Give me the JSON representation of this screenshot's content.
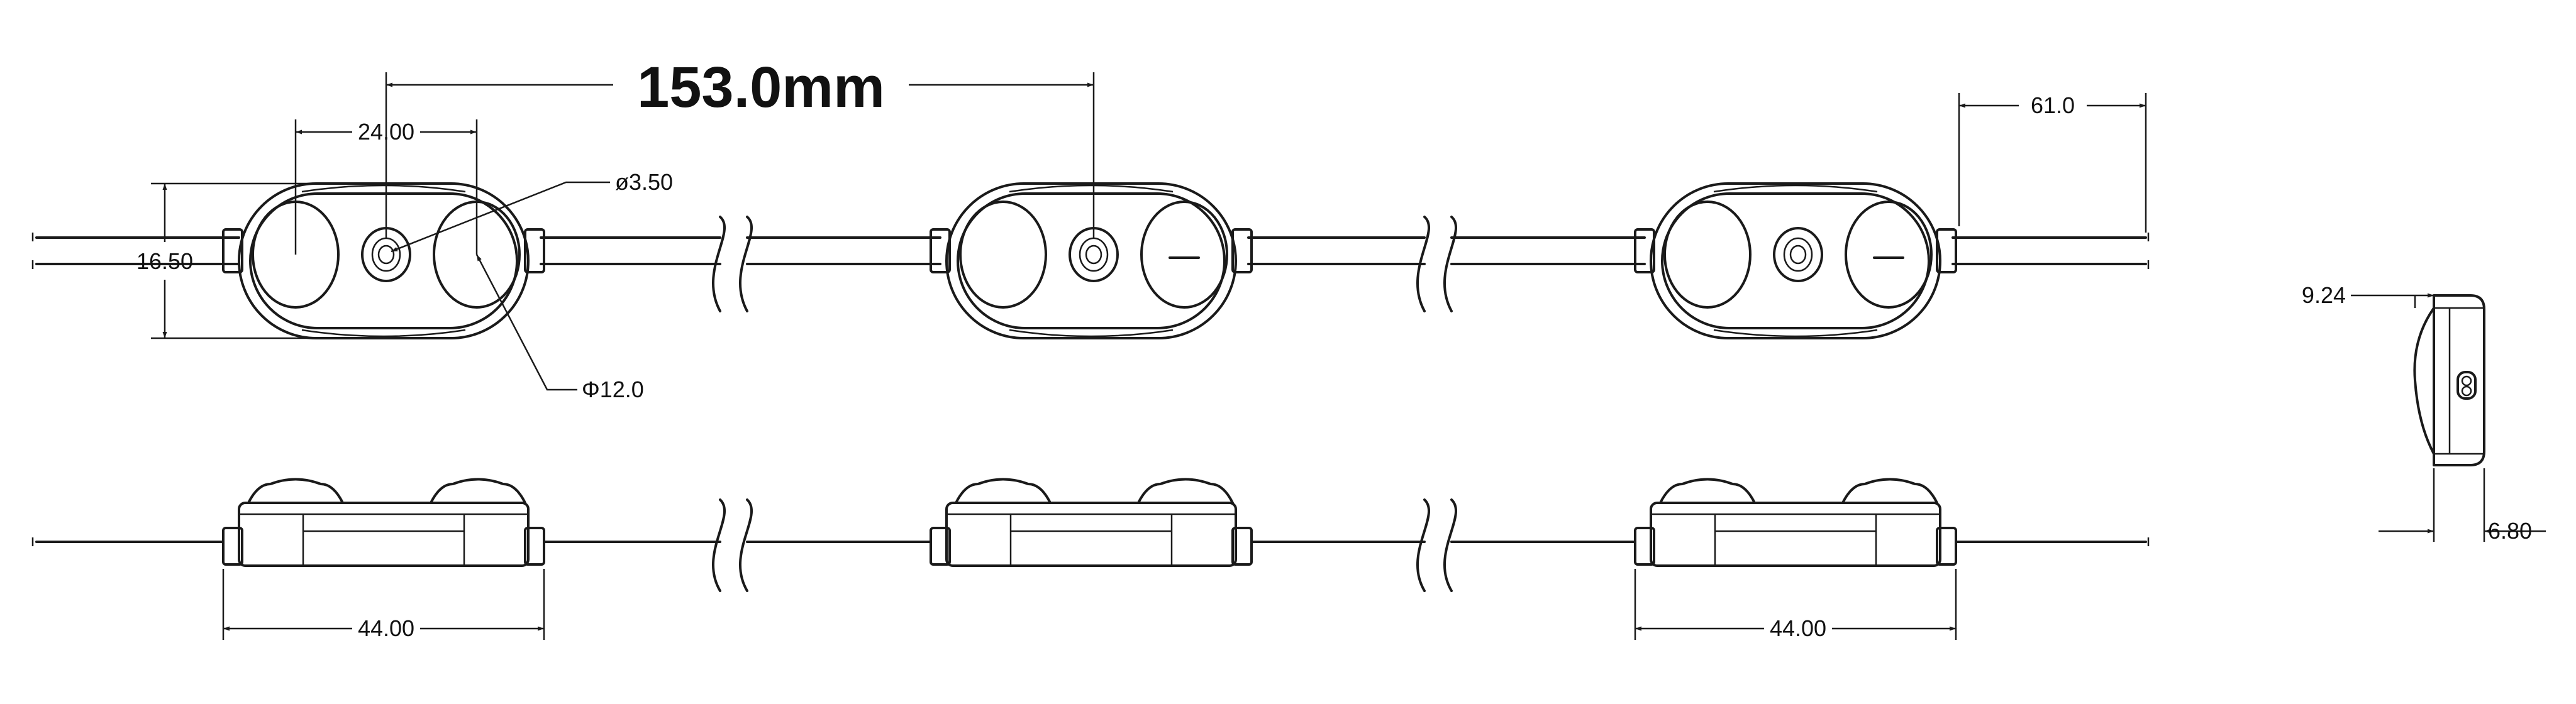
{
  "dimensions": {
    "pitch": "153.0mm",
    "lens_spacing": "24.00",
    "module_height": "16.50",
    "hole_diameter": "ø3.50",
    "lens_diameter": "Φ12.0",
    "lead_length": "61.0",
    "module_length_left": "44.00",
    "module_length_right": "44.00",
    "side_height": "9.24",
    "side_thickness": "6.80"
  }
}
